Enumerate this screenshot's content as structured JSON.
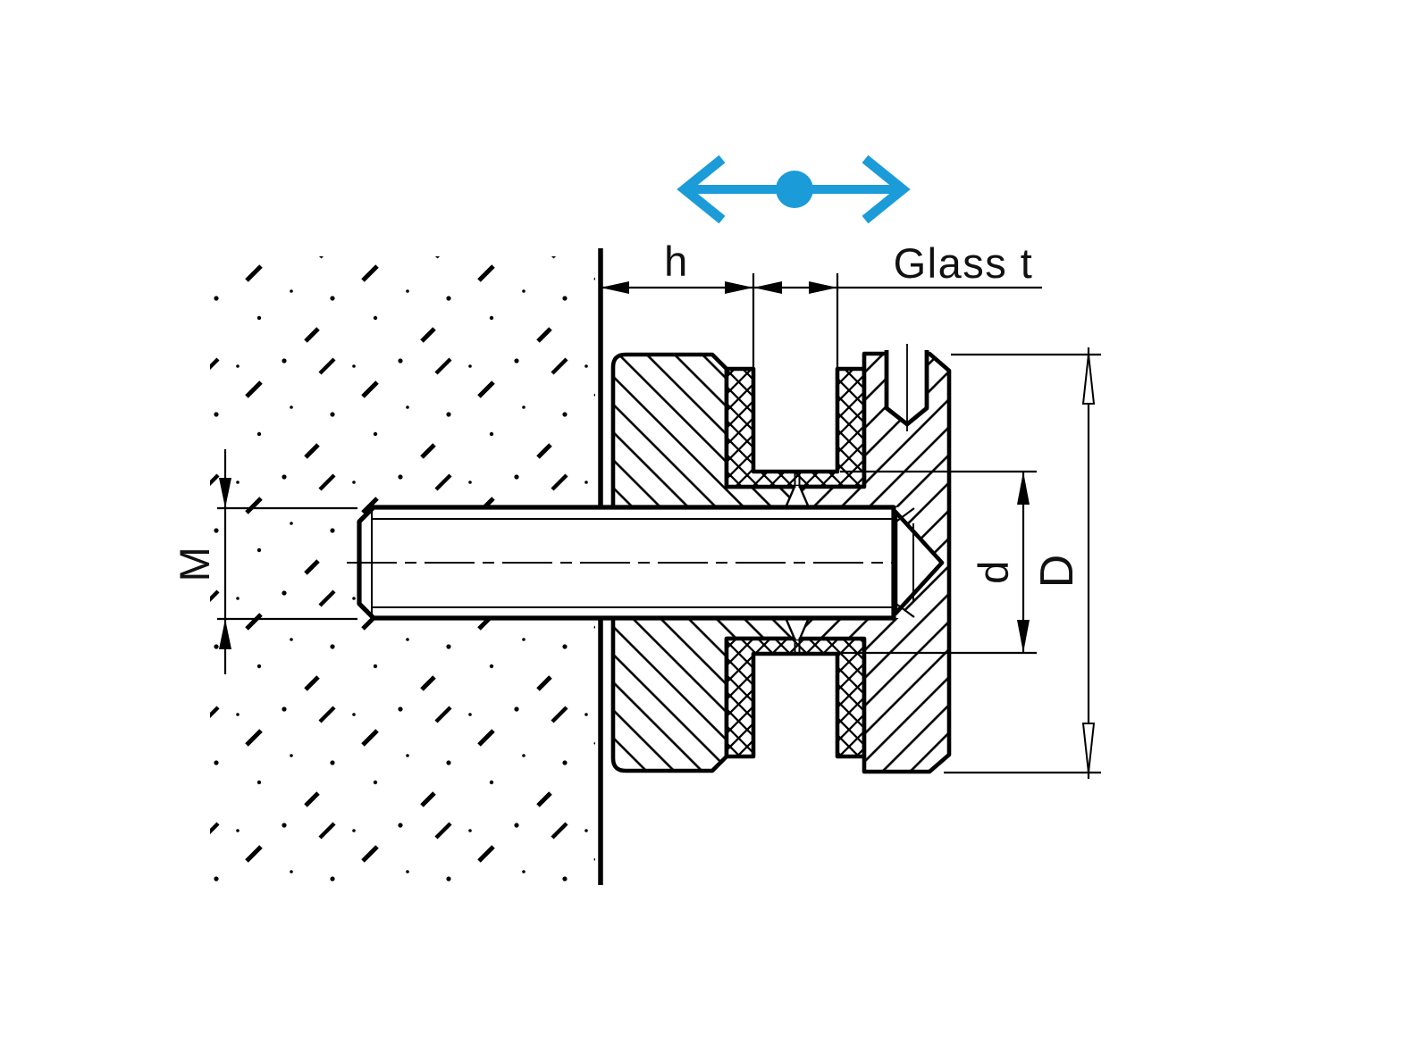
{
  "diagram": {
    "name": "glass-adapter-wall-mount-cross-section",
    "type": "technical-drawing",
    "background": "#ffffff",
    "line_color": "#000000",
    "accent_color": "#1B9CD8",
    "labels": {
      "h": "h",
      "glass_t": "Glass t",
      "thread": "M",
      "seat_diameter": "d",
      "outer_diameter": "D"
    },
    "icons": [
      {
        "name": "horizontal-adjust-arrow",
        "meaning": "horizontal adjustability of fitting",
        "color": "#1B9CD8"
      }
    ],
    "parts": [
      "wall",
      "threaded-stud",
      "body-flange",
      "rubber-gasket",
      "clamp-cap"
    ]
  }
}
